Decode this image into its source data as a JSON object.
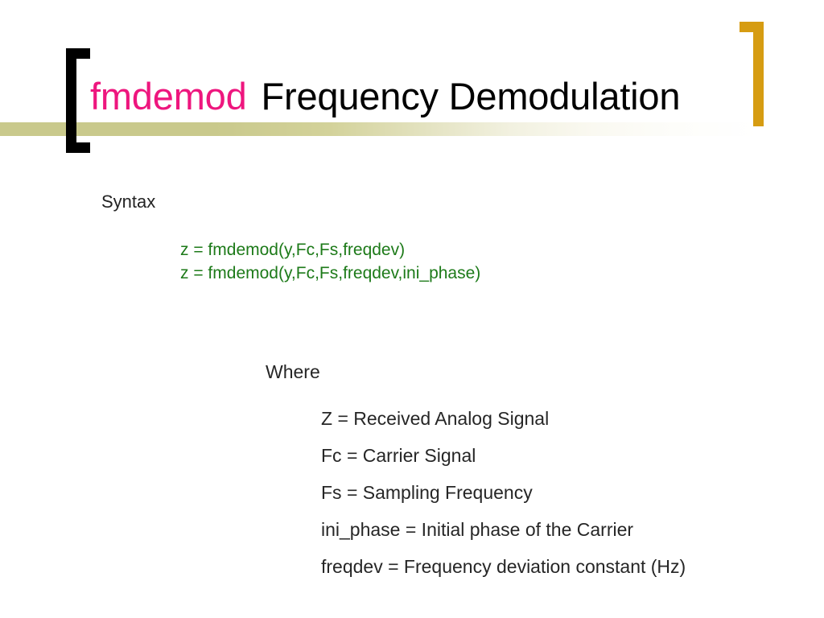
{
  "slide": {
    "background_color": "#FFFFFF",
    "title": {
      "command": "fmdemod",
      "rest": "Frequency Demodulation",
      "command_color": "#EE167E",
      "rest_color": "#000000",
      "left_bracket": "[",
      "right_bracket": "]",
      "left_bracket_color": "#000000",
      "right_bracket_color": "#D69C12",
      "rule_color": "#C9C98C"
    },
    "syntax": {
      "heading": "Syntax",
      "color": "#1D7A19",
      "lines": [
        "z = fmdemod(y,Fc,Fs,freqdev)",
        "z = fmdemod(y,Fc,Fs,freqdev,ini_phase)"
      ]
    },
    "where": {
      "heading": "Where",
      "color": "#262626",
      "definitions": [
        "Z = Received Analog Signal",
        "Fc = Carrier Signal",
        "Fs = Sampling Frequency",
        "ini_phase = Initial phase of the Carrier",
        "freqdev = Frequency deviation constant (Hz)"
      ]
    }
  }
}
